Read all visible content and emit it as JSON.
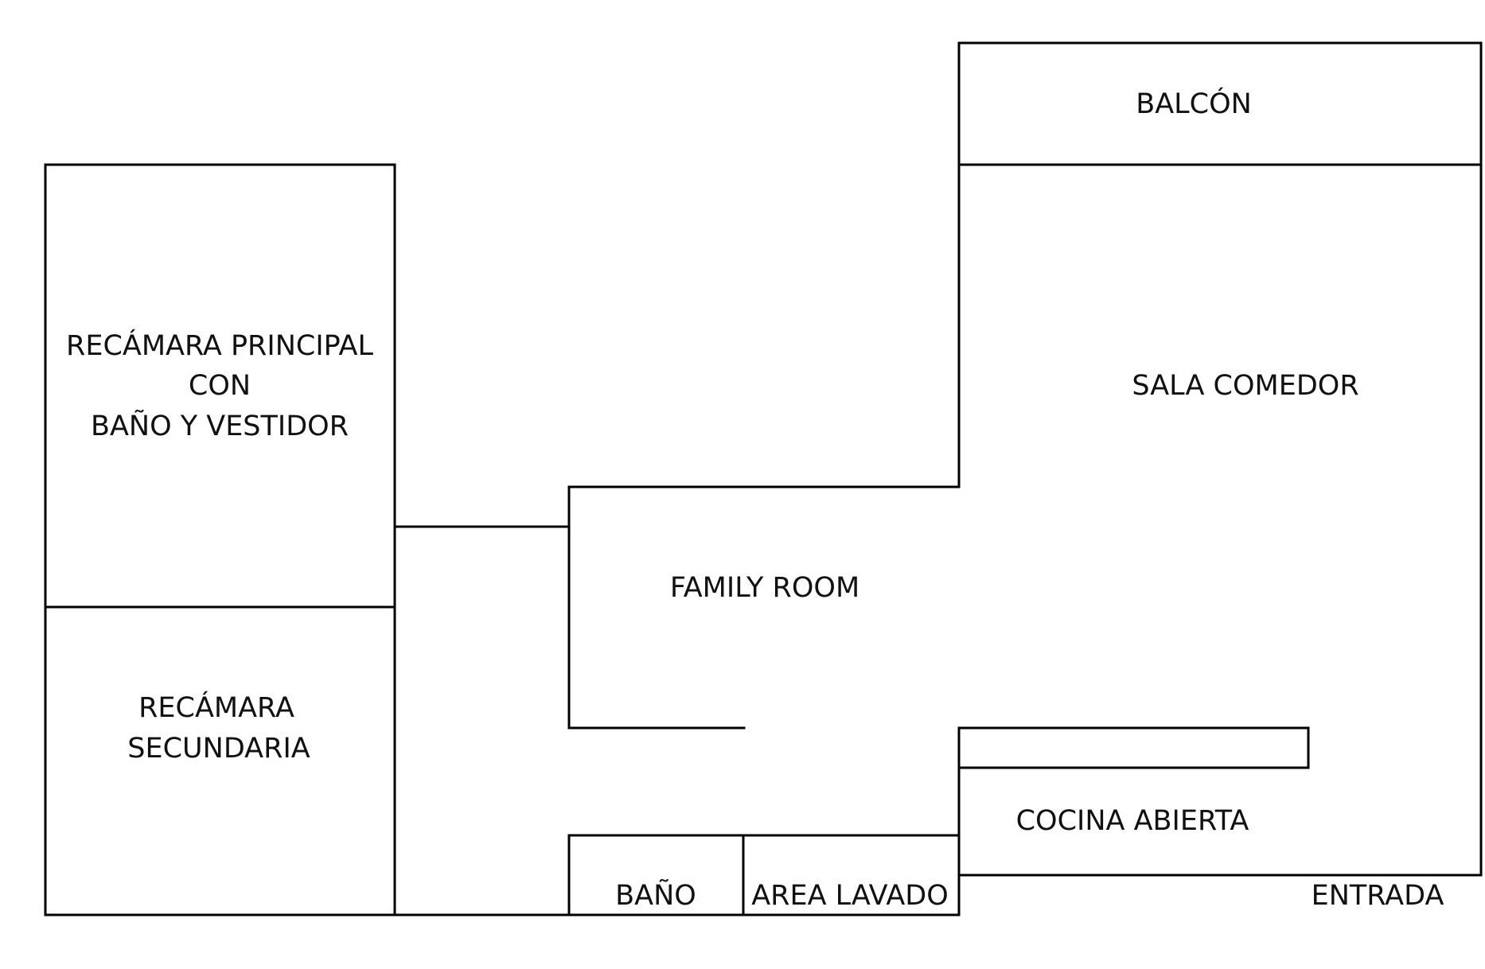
{
  "floor_plan": {
    "rooms": {
      "balcon": "BALCÓN",
      "sala_comedor": "SALA COMEDOR",
      "recamara_principal": [
        "RECÁMARA PRINCIPAL",
        "CON",
        "BAÑO Y VESTIDOR"
      ],
      "recamara_secundaria": [
        "RECÁMARA",
        "SECUNDARIA"
      ],
      "family_room": "FAMILY ROOM",
      "cocina_abierta": "COCINA ABIERTA",
      "bano": "BAÑO",
      "area_lavado": "AREA LAVADO",
      "entrada": "ENTRADA"
    }
  }
}
